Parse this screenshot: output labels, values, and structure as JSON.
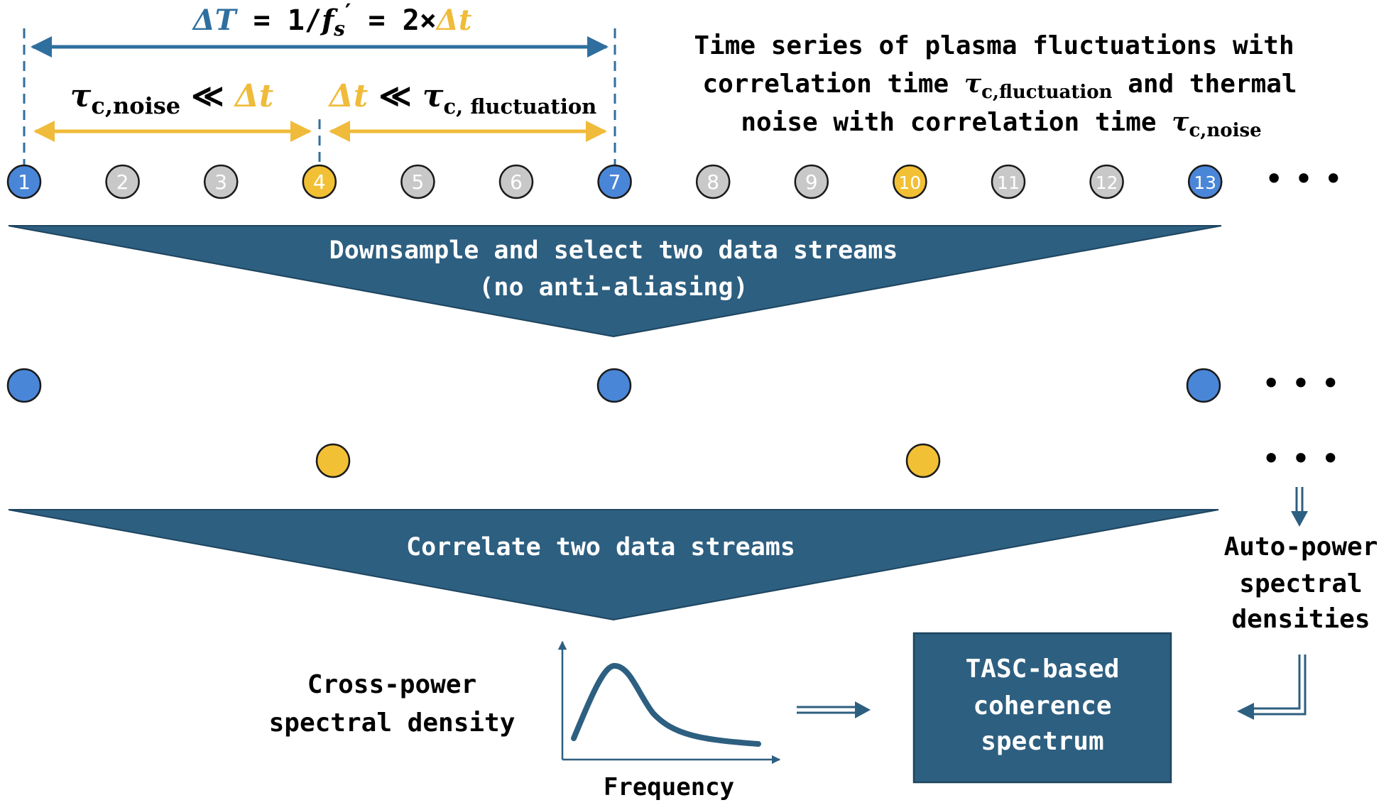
{
  "colors": {
    "blue": "#4a86d8",
    "yellow": "#f2c034",
    "gray": "#c8c8c8",
    "arrow_blue": "#2f6f9f",
    "arrow_yellow": "#f0bb3a",
    "banner": "#2d5f80",
    "text": "#000000",
    "white": "#ffffff"
  },
  "top_span": {
    "delta_T": "ΔT",
    "eq1": " = 1/",
    "f": "f",
    "sub_s": "s",
    "prime": "′",
    "eq2": " = 2×",
    "delta_t": "Δt"
  },
  "left_span": {
    "tau": "τ",
    "sub": "c,noise",
    "ll": " ≪ ",
    "delta_t": "Δt"
  },
  "right_span": {
    "delta_t": "Δt",
    "ll": " ≪ ",
    "tau": "τ",
    "sub": "c, fluctuation"
  },
  "description": {
    "line1": "Time series of plasma fluctuations with",
    "line2_a": "correlation time ",
    "line2_tau": "τ",
    "line2_sub": "c,fluctuation",
    "line2_b": " and thermal",
    "line3_a": "noise with correlation time ",
    "line3_tau": "τ",
    "line3_sub": "c,noise"
  },
  "samples": [
    "1",
    "2",
    "3",
    "4",
    "5",
    "6",
    "7",
    "8",
    "9",
    "10",
    "11",
    "12",
    "13"
  ],
  "sample_kinds": [
    "blue",
    "gray",
    "gray",
    "yellow",
    "gray",
    "gray",
    "blue",
    "gray",
    "gray",
    "yellow",
    "gray",
    "gray",
    "blue"
  ],
  "ellipsis": "• • •",
  "banner1": {
    "line1": "Downsample and select two data streams",
    "line2": "(no anti-aliasing)"
  },
  "banner2": {
    "text": "Correlate two data streams"
  },
  "auto_power": {
    "line1": "Auto-power",
    "line2": "spectral",
    "line3": "densities"
  },
  "cross_power": {
    "line1": "Cross-power",
    "line2": "spectral density"
  },
  "plot": {
    "xlabel": "Frequency"
  },
  "tasc_box": {
    "line1": "TASC-based",
    "line2": "coherence",
    "line3": "spectrum"
  }
}
